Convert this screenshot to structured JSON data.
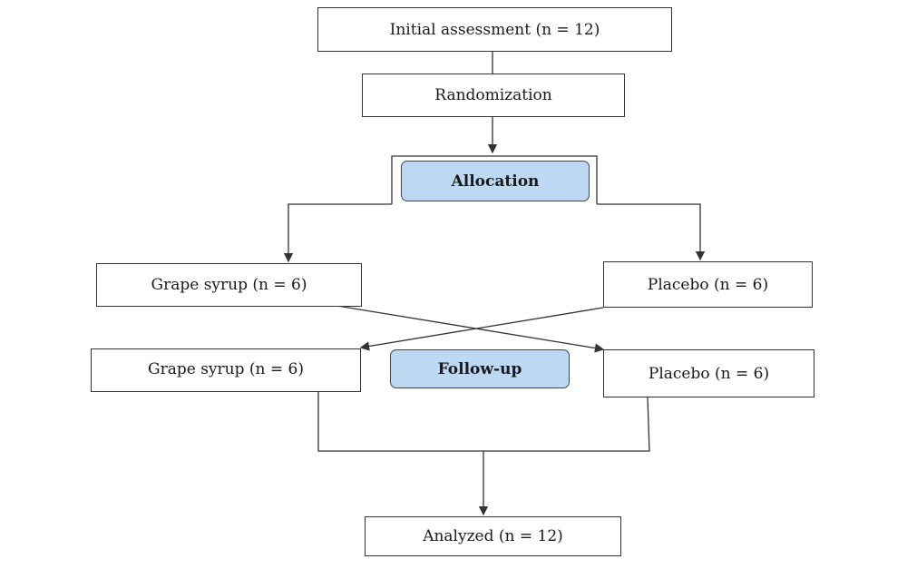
{
  "boxes": {
    "initial": "Initial assessment (n = 12)",
    "randomization": "Randomization",
    "allocation": "Allocation",
    "grape_alloc": "Grape syrup (n = 6)",
    "placebo_alloc": "Placebo (n = 6)",
    "grape_follow": "Grape syrup (n = 6)",
    "followup": "Follow-up",
    "placebo_follow": "Placebo (n = 6)",
    "analyzed": "Analyzed (n = 12)"
  },
  "colors": {
    "phase_fill": "#bcd8f2",
    "line": "#333333"
  }
}
